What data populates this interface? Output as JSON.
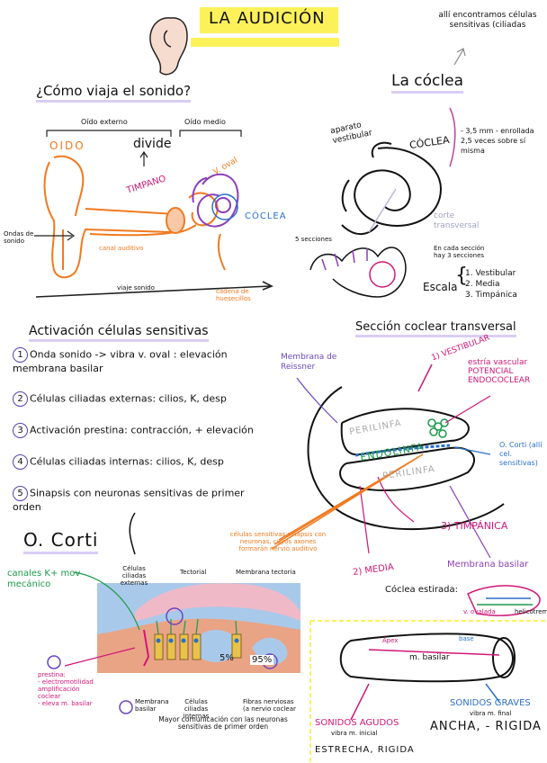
{
  "title": "LA AUDICIÓN",
  "note_top_right": "allí encontramos células sensitivas (ciliadas",
  "section_sound": {
    "heading": "¿Cómo viaja el sonido?",
    "oido_externo": "Oído externo",
    "oido_medio": "Oído medio",
    "oido": "OIDO",
    "divide": "divide",
    "timpano": "TIMPANO",
    "v_oval": "V. oval",
    "coclea": "CÓCLEA",
    "ondas": "Ondas de sonido",
    "canal": "canal auditivo",
    "viaje": "viaje sonido",
    "cadena": "cadena de huesecillos"
  },
  "section_coclea": {
    "heading": "La cóclea",
    "aparato": "aparato vestibular",
    "coclea": "CÓCLEA",
    "size_note": "- 3,5 mm - enrollada 2,5 veces sobre sí misma",
    "corte": "corte transversal",
    "secciones": "5 secciones",
    "cada_seccion": "En cada sección hay 3 secciones",
    "escala": "Escala",
    "escala_items": [
      "1. Vestibular",
      "2. Media",
      "3. Timpánica"
    ]
  },
  "section_activation": {
    "heading": "Activación células sensitivas",
    "items": [
      {
        "num": "1",
        "text": "Onda sonido -> vibra v. oval : elevación membrana basilar"
      },
      {
        "num": "2",
        "text": "Células ciliadas externas: cilios, K, desp"
      },
      {
        "num": "3",
        "text": "Activación prestina: contracción, + elevación"
      },
      {
        "num": "4",
        "text": "Células ciliadas internas: cilios, K, desp"
      },
      {
        "num": "5",
        "text": "Sinapsis con neuronas sensitivas de primer orden"
      }
    ]
  },
  "section_transversal": {
    "heading": "Sección coclear transversal",
    "reissner": "Membrana de Reissner",
    "vestibular": "1) VESTIBULAR",
    "estria": "estría vascular POTENCIAL ENDOCOCLEAR",
    "perilinfa_top": "PERILINFA",
    "endolinfa": "ENDOLINFA",
    "perilinfa_bottom": "PERILINFA",
    "corti": "O. Corti (allí cel. sensitivas)",
    "timpanica": "3) TIMPÁNICA",
    "media": "2) MEDIA",
    "basilar": "Membrana basilar"
  },
  "section_corti": {
    "heading": "O. Corti",
    "orange_note": "células sensitivas sinapsis con neuronas, cuyos axones formarán nervio auditivo",
    "canales": "canales K+ mov mecánico",
    "top_labels": [
      "Células ciliadas externas",
      "Tectorial",
      "Membrana tectoria"
    ],
    "pct5": "5%",
    "pct95": "95%",
    "prestina_title": "prestina:",
    "prestina_lines": [
      "- electromotilidad",
      "amplificación coclear",
      "- eleva m. basilar"
    ],
    "bottom_labels": [
      "Membrana basilar",
      "Células ciliadas internas",
      "Fibras nerviosas (a nervio coclear"
    ],
    "footer": "Mayor comunicación con las neuronas sensitivas de primer orden"
  },
  "section_stretched": {
    "heading": "Cóclea estirada:",
    "ventana": "v. ovalada",
    "helicotrema": "helicotrema",
    "apex_left": "Ápex",
    "m_basilar": "m. basilar",
    "base_right": "base",
    "agudos": "SONIDOS AGUDOS",
    "agudos_sub": "vibra m. inicial",
    "graves": "SONIDOS GRAVES",
    "graves_sub": "vibra m. final",
    "ancha": "ANCHA, - RIGIDA",
    "estrecha": "ESTRECHA, RIGIDA"
  },
  "colors": {
    "orange": "#f07a1f",
    "purple": "#8a3fb8",
    "pink": "#d01777",
    "green": "#1c9a4a",
    "blue": "#2a6fc9",
    "yellow": "#fdf15a"
  }
}
